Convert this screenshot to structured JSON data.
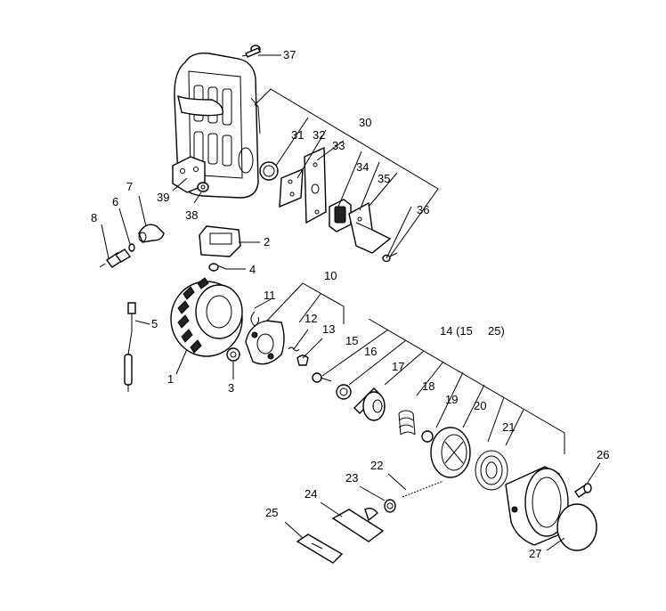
{
  "labels": {
    "p1": "1",
    "p2": "2",
    "p3": "3",
    "p4": "4",
    "p5": "5",
    "p6": "6",
    "p7": "7",
    "p8": "8",
    "p10": "10",
    "p11": "11",
    "p12": "12",
    "p13": "13",
    "p14": "14 (15",
    "p14b": "25)",
    "p15": "15",
    "p16": "16",
    "p17": "17",
    "p18": "18",
    "p19": "19",
    "p20": "20",
    "p21": "21",
    "p22": "22",
    "p23": "23",
    "p24": "24",
    "p25": "25",
    "p26": "26",
    "p27": "27",
    "p30": "30",
    "p31": "31",
    "p32": "32",
    "p33": "33",
    "p34": "34",
    "p35": "35",
    "p36": "36",
    "p37": "37",
    "p38": "38",
    "p39": "39"
  }
}
